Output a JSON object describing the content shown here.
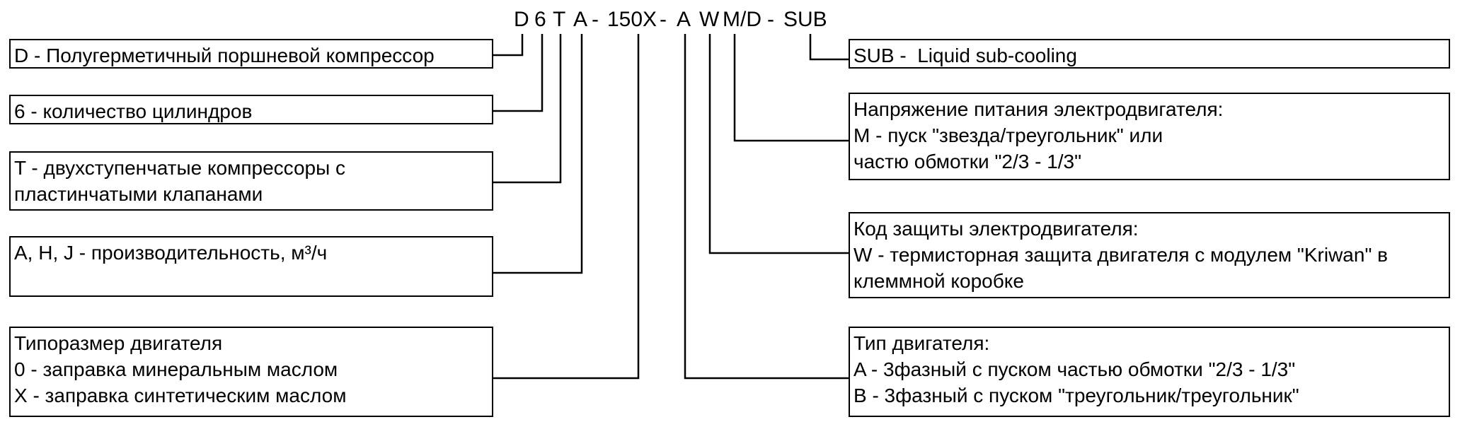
{
  "code": {
    "d": "D",
    "n6": "6",
    "t": "T",
    "a": "A",
    "dash1": "-",
    "x150": "150X",
    "dash2": "-",
    "a2": "A",
    "w": "W",
    "md": "M/D",
    "dash3": "-",
    "sub": "SUB"
  },
  "left_boxes": {
    "d": [
      "D - Полугерметичный поршневой компрессор"
    ],
    "cyl": [
      "6 - количество цилиндров"
    ],
    "t": [
      "T - двухступенчатые компрессоры с",
      "пластинчатыми клапанами"
    ],
    "cap": [
      "A, H, J - производительность, м³/ч"
    ],
    "size": [
      "Типоразмер двигателя",
      "0 - заправка минеральным маслом",
      "X - заправка синтетическим маслом"
    ]
  },
  "right_boxes": {
    "sub": [
      "SUB -  Liquid sub-cooling"
    ],
    "voltage": [
      "Напряжение питания электродвигателя:",
      "M - пуск \"звезда/треугольник\" или",
      "частю обмотки \"2/3 - 1/3\""
    ],
    "protection": [
      "Код защиты электродвигателя:",
      "W - термисторная защита двигателя с модулем \"Kriwan\" в",
      "клеммной коробке"
    ],
    "motor_type": [
      "Тип двигателя:",
      "A - 3фазный с пуском частью обмотки \"2/3 - 1/3\"",
      "B - 3фазный с пуском \"треугольник/треугольник\""
    ]
  }
}
